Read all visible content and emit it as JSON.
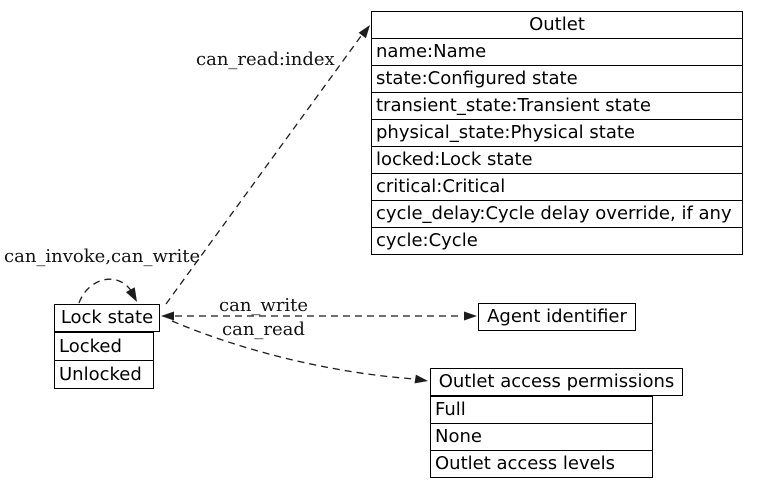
{
  "nodes": {
    "outlet": {
      "title": "Outlet",
      "fields": [
        "name:Name",
        "state:Configured state",
        "transient_state:Transient state",
        "physical_state:Physical state",
        "locked:Lock state",
        "critical:Critical",
        "cycle_delay:Cycle delay override, if any",
        "cycle:Cycle"
      ]
    },
    "lock_state": {
      "title": "Lock state",
      "fields": [
        "Locked",
        "Unlocked"
      ]
    },
    "agent_identifier": {
      "title": "Agent identifier"
    },
    "outlet_access_permissions": {
      "title": "Outlet access permissions",
      "fields": [
        "Full",
        "None",
        "Outlet access levels"
      ]
    }
  },
  "edges": {
    "can_read_index": "can_read:index",
    "can_invoke_can_write": "can_invoke,can_write",
    "can_write": "can_write",
    "can_read": "can_read"
  },
  "colors": {
    "background": "#ffffff",
    "border": "#000000",
    "edge_line": "#1c1c1c",
    "text": "#000000"
  }
}
